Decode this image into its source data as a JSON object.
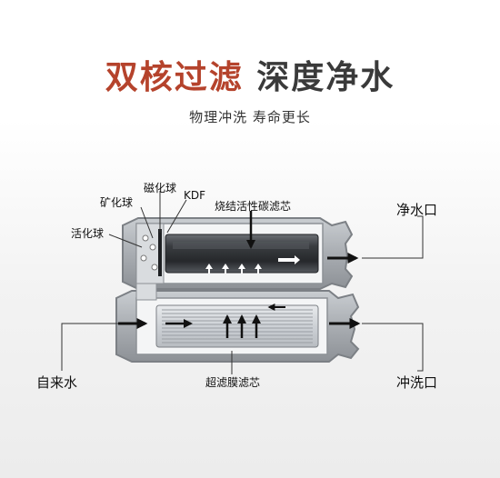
{
  "headline": {
    "part1": "双核过滤",
    "part2": "深度净水"
  },
  "subtitle": "物理冲洗 寿命更长",
  "labels": {
    "mineral_ball": "矿化球",
    "magnetic_ball": "磁化球",
    "kdf": "KDF",
    "activated_ball": "活化球",
    "carbon_core": "烧结活性碳滤芯",
    "uf_core": "超滤膜滤芯",
    "clean_water_outlet": "净水口",
    "tap_water_inlet": "自来水",
    "flush_outlet": "冲洗口"
  },
  "colors": {
    "title_red": "#b5432c",
    "title_dark": "#3a3a3a",
    "housing": "#9a9ea3",
    "carbon_core": "#2f3236"
  }
}
